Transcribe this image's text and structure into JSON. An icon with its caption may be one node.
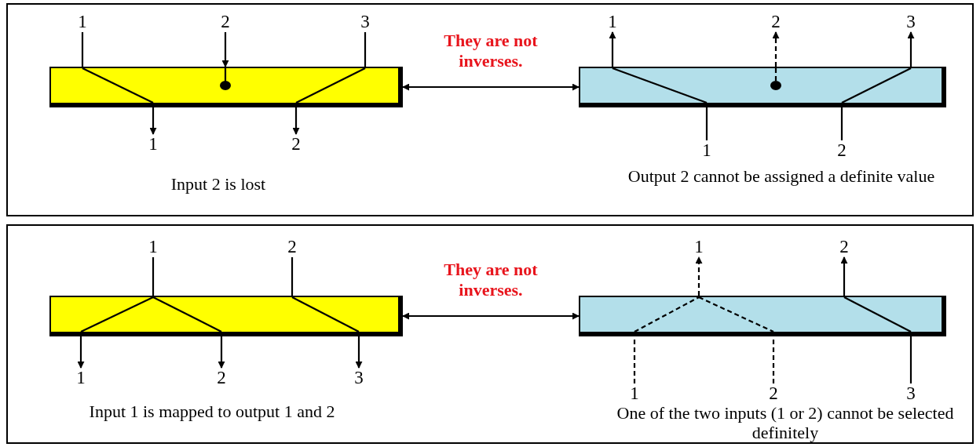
{
  "diagram": {
    "nodes": [
      {
        "text": [],
        "shape": "box"
      },
      {
        "text": [
          "1"
        ],
        "in": 0
      },
      {
        "text": [
          "2"
        ],
        "in": 0
      },
      {
        "text": [
          "3"
        ],
        "in": 0
      },
      {
        "text": [],
        "shape": "box",
        "in": 0
      },
      {
        "text": [
          "1"
        ],
        "in": 0
      },
      {
        "text": [
          "2"
        ],
        "in": 0
      },
      {
        "text": [],
        "shape": "box",
        "in": 0
      },
      {
        "text": [
          "1"
        ],
        "in": 0
      },
      {
        "text": [
          "2"
        ],
        "in": 0
      },
      {
        "text": [
          "3"
        ],
        "in": 0
      },
      {
        "text": [
          "1"
        ],
        "in": 0
      },
      {
        "text": [
          "2"
        ],
        "in": 0
      },
      {
        "text": [],
        "shape": "box"
      },
      {
        "text": [
          "1"
        ],
        "in": 13
      },
      {
        "text": [
          "2"
        ],
        "in": 13
      },
      {
        "text": [],
        "shape": "box",
        "in": 13
      },
      {
        "text": [
          "1"
        ],
        "in": 13
      },
      {
        "text": [
          "2"
        ],
        "in": 13
      },
      {
        "text": [
          "3"
        ],
        "in": 13
      },
      {
        "text": [],
        "shape": "box",
        "in": 13
      },
      {
        "text": [
          "1"
        ],
        "in": 13
      },
      {
        "text": [
          "2"
        ],
        "in": 13
      },
      {
        "text": [
          "1"
        ],
        "in": 13
      },
      {
        "text": [
          "2"
        ],
        "in": 13
      },
      {
        "text": [
          "3"
        ],
        "in": 13
      }
    ],
    "edges": [
      {
        "from": 1,
        "to": 4,
        "arrow": "none"
      },
      {
        "from": 2,
        "to": 4,
        "arrow": "to"
      },
      {
        "from": 3,
        "to": 4,
        "arrow": "none"
      },
      {
        "from": 4,
        "to": 5,
        "arrow": "to"
      },
      {
        "from": 4,
        "to": 6,
        "arrow": "to"
      },
      {
        "from": 4,
        "to": 7,
        "arrow": "both",
        "label": "They are not inverses."
      },
      {
        "from": 7,
        "to": 8,
        "arrow": "to"
      },
      {
        "from": 7,
        "to": 9,
        "arrow": "to",
        "style": "dashed"
      },
      {
        "from": 7,
        "to": 10,
        "arrow": "to"
      },
      {
        "from": 11,
        "to": 7,
        "arrow": "none"
      },
      {
        "from": 12,
        "to": 7,
        "arrow": "none"
      },
      {
        "from": 14,
        "to": 16,
        "arrow": "none"
      },
      {
        "from": 15,
        "to": 16,
        "arrow": "none"
      },
      {
        "from": 16,
        "to": 17,
        "arrow": "to"
      },
      {
        "from": 16,
        "to": 18,
        "arrow": "to"
      },
      {
        "from": 16,
        "to": 19,
        "arrow": "to"
      },
      {
        "from": 16,
        "to": 20,
        "arrow": "both",
        "label": "They are not inverses."
      },
      {
        "from": 20,
        "to": 21,
        "arrow": "to",
        "style": "dashed"
      },
      {
        "from": 20,
        "to": 22,
        "arrow": "to"
      },
      {
        "from": 23,
        "to": 20,
        "arrow": "none",
        "style": "dashed"
      },
      {
        "from": 24,
        "to": 20,
        "arrow": "none",
        "style": "dashed"
      },
      {
        "from": 25,
        "to": 20,
        "arrow": "none"
      }
    ],
    "labels": [
      "Input 2 is lost",
      "Output 2 cannot be assigned a definite value",
      "Input 1 is mapped to output 1 and 2",
      "One of the two inputs (1 or 2) cannot be selected definitely"
    ]
  }
}
